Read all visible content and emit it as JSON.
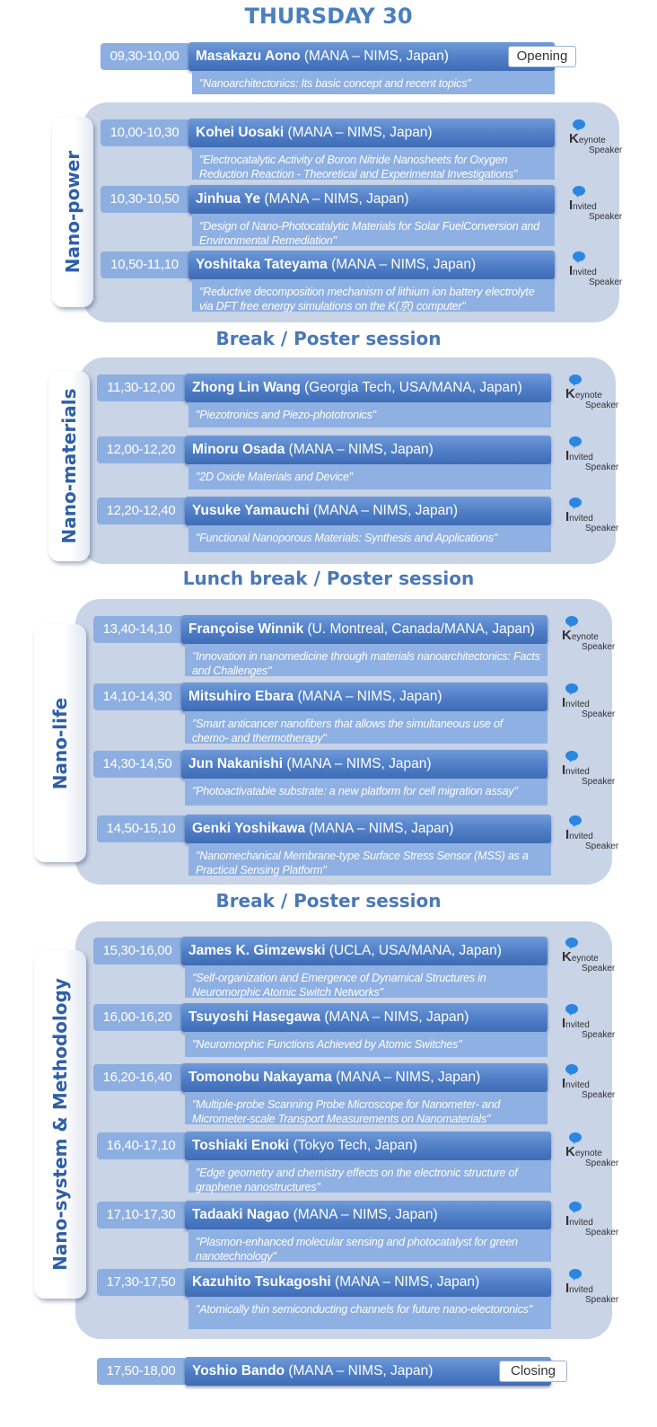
{
  "title": "THURSDAY 30",
  "breaks": [
    "Break / Poster session",
    "Lunch break / Poster session",
    "Break / Poster session"
  ],
  "sessions": [
    "Nano-power",
    "Nano-materials",
    "Nano-life",
    "Nano-system & Methodology"
  ],
  "badge_text": {
    "keynote_initial": "K",
    "keynote_rest": "eynote",
    "invited_initial": "I",
    "invited_rest": "nvited",
    "speaker": "Speaker"
  },
  "talks": [
    {
      "time": "09,30-10,00",
      "name": "Masakazu Aono",
      "affil": "(MANA – NIMS, Japan)",
      "abstract": "\"Nanoarchitectonics: Its basic concept and recent topics\"",
      "tag": "Opening"
    },
    {
      "time": "10,00-10,30",
      "name": "Kohei Uosaki",
      "affil": "(MANA – NIMS, Japan)",
      "abstract": "\"Electrocatalytic Activity of Boron Nitride Nanosheets for Oxygen Reduction Reaction - Theoretical and Experimental Investigations\"",
      "badge": "keynote"
    },
    {
      "time": "10,30-10,50",
      "name": "Jinhua Ye",
      "affil": "(MANA – NIMS, Japan)",
      "abstract": "\"Design of Nano-Photocatalytic Materials for Solar FuelConversion and Environmental Remediation\"",
      "badge": "invited"
    },
    {
      "time": "10,50-11,10",
      "name": "Yoshitaka Tateyama",
      "affil": "(MANA – NIMS, Japan)",
      "abstract": "\"Reductive decomposition mechanism of lithium ion battery electrolyte via DFT free energy simulations on the K(京) computer\"",
      "badge": "invited"
    },
    {
      "time": "11,30-12,00",
      "name": "Zhong Lin Wang",
      "affil": "(Georgia Tech, USA/MANA, Japan)",
      "abstract": "\"Piezotronics and Piezo-phototronics\"",
      "badge": "keynote"
    },
    {
      "time": "12,00-12,20",
      "name": "Minoru Osada",
      "affil": "(MANA – NIMS, Japan)",
      "abstract": "\"2D Oxide Materials and Device\"",
      "badge": "invited"
    },
    {
      "time": "12,20-12,40",
      "name": "Yusuke Yamauchi",
      "affil": "(MANA – NIMS, Japan)",
      "abstract": "\"Functional Nanoporous Materials: Synthesis and Applications\"",
      "badge": "invited"
    },
    {
      "time": "13,40-14,10",
      "name": "Françoise Winnik",
      "affil": "(U. Montreal, Canada/MANA, Japan)",
      "abstract": "\"Innovation in nanomedicine through materials nanoarchitectonics: Facts and Challenges\"",
      "badge": "keynote"
    },
    {
      "time": "14,10-14,30",
      "name": "Mitsuhiro Ebara",
      "affil": "(MANA – NIMS, Japan)",
      "abstract": "\"Smart anticancer nanofibers that allows the simultaneous use of chemo- and thermotherapy\"",
      "badge": "invited"
    },
    {
      "time": "14,30-14,50",
      "name": "Jun Nakanishi",
      "affil": "(MANA – NIMS, Japan)",
      "abstract": "\"Photoactivatable substrate: a new platform for cell migration assay\"",
      "badge": "invited"
    },
    {
      "time": "14,50-15,10",
      "name": "Genki Yoshikawa",
      "affil": "(MANA – NIMS, Japan)",
      "abstract": "\"Nanomechanical Membrane-type Surface Stress Sensor (MSS) as a Practical Sensing Platform\"",
      "badge": "invited"
    },
    {
      "time": "15,30-16,00",
      "name": "James K. Gimzewski",
      "affil": "(UCLA, USA/MANA, Japan)",
      "abstract": "\"Self-organization and Emergence of Dynamical Structures in Neuromorphic Atomic Switch Networks\"",
      "badge": "keynote"
    },
    {
      "time": "16,00-16,20",
      "name": "Tsuyoshi Hasegawa",
      "affil": "(MANA – NIMS, Japan)",
      "abstract": "\"Neuromorphic Functions Achieved by Atomic Switches\"",
      "badge": "invited"
    },
    {
      "time": "16,20-16,40",
      "name": "Tomonobu Nakayama",
      "affil": "(MANA – NIMS, Japan)",
      "abstract": "\"Multiple-probe Scanning Probe Microscope for Nanometer- and Micrometer-scale Transport Measurements on Nanomaterials\"",
      "badge": "invited"
    },
    {
      "time": "16,40-17,10",
      "name": "Toshiaki Enoki",
      "affil": "(Tokyo Tech, Japan)",
      "abstract": "\"Edge geometry and chemistry effects on the electronic structure of graphene nanostructures\"",
      "badge": "keynote"
    },
    {
      "time": "17,10-17,30",
      "name": "Tadaaki Nagao",
      "affil": "(MANA – NIMS, Japan)",
      "abstract": "\"Plasmon-enhanced molecular sensing and photocatalyst for green nanotechnology\"",
      "badge": "invited"
    },
    {
      "time": "17,30-17,50",
      "name": "Kazuhito Tsukagoshi",
      "affil": "(MANA – NIMS, Japan)",
      "abstract": "\"Atomically thin semiconducting channels for future nano-electoronics\"",
      "badge": "invited"
    },
    {
      "time": "17,50-18,00",
      "name": "Yoshio Bando",
      "affil": "(MANA – NIMS, Japan)",
      "tag": "Closing"
    }
  ]
}
